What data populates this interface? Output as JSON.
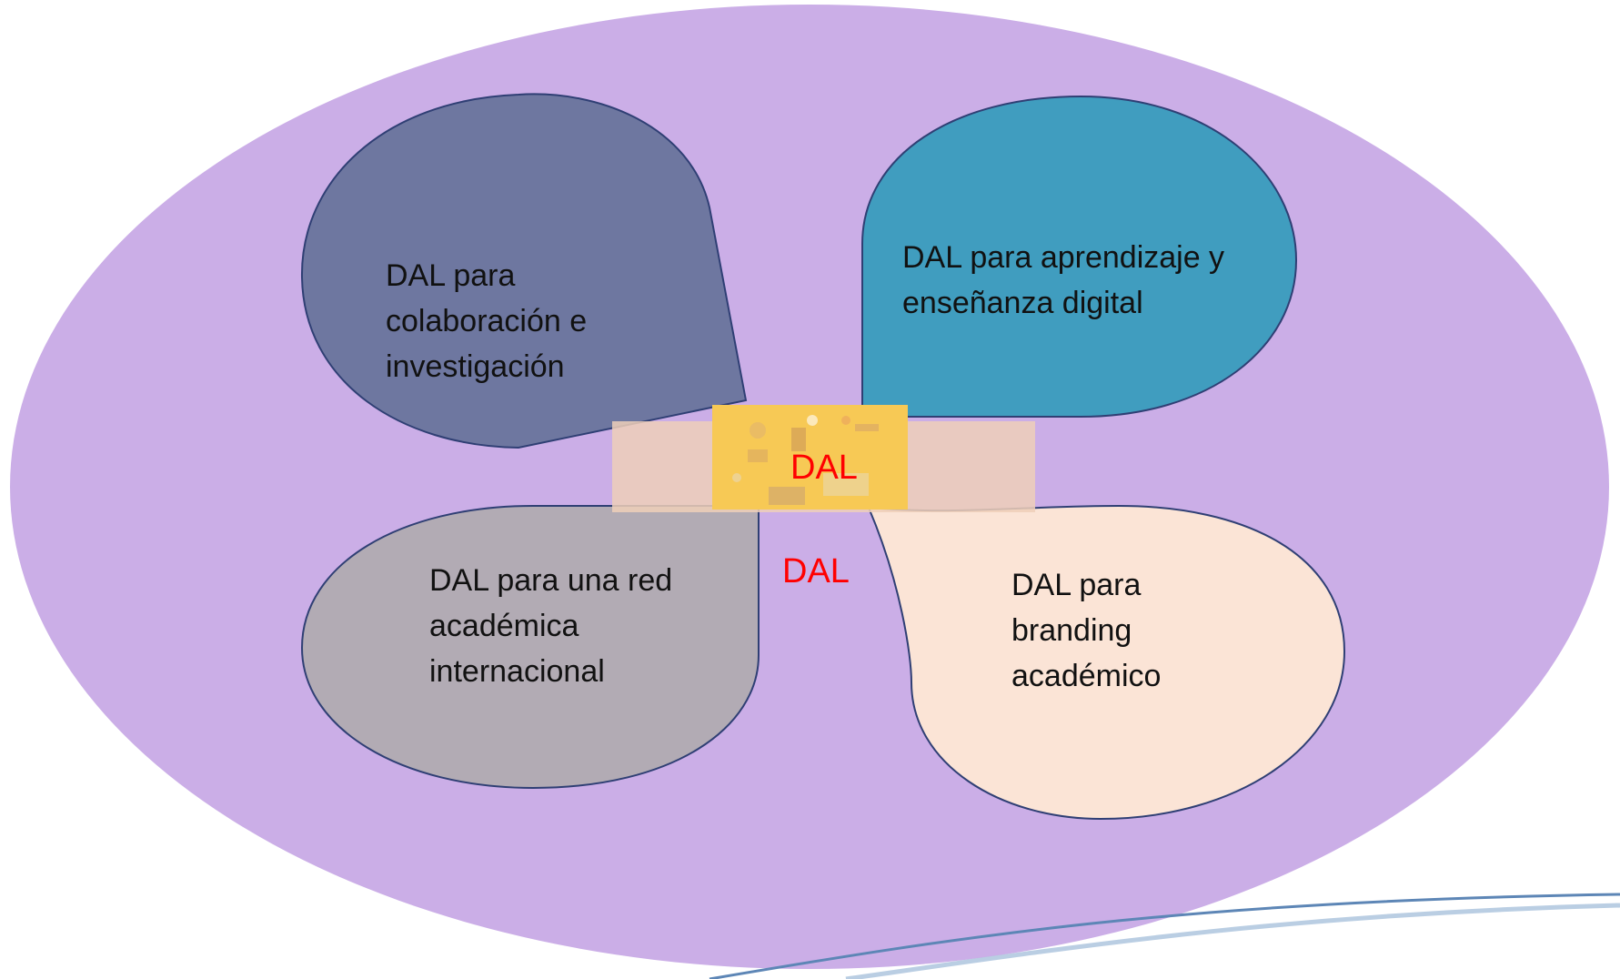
{
  "colors": {
    "background_ellipse": "#cbaee7",
    "petal_top_left": "#6e77a0",
    "petal_top_right": "#409dbf",
    "petal_bottom_left": "#b2abb4",
    "petal_bottom_right": "#fbe4d6",
    "petal_stroke": "#2f3f74",
    "center_band": "#efcfb8",
    "center_icon_bg": "#f7c955",
    "dal_text": "#ff0000",
    "accent_swoosh": "#5d86b6"
  },
  "center": {
    "label": "DAL",
    "icon": "digital-learning-illustration"
  },
  "core_label": "DAL",
  "petals": {
    "top_left": {
      "lines": [
        "DAL para",
        "colaboración e",
        "investigación"
      ]
    },
    "top_right": {
      "lines": [
        "DAL para aprendizaje y",
        "enseñanza digital"
      ]
    },
    "bottom_left": {
      "lines": [
        "DAL para una red",
        "académica",
        "internacional"
      ]
    },
    "bottom_right": {
      "lines": [
        "DAL para",
        "branding",
        "académico"
      ]
    }
  }
}
